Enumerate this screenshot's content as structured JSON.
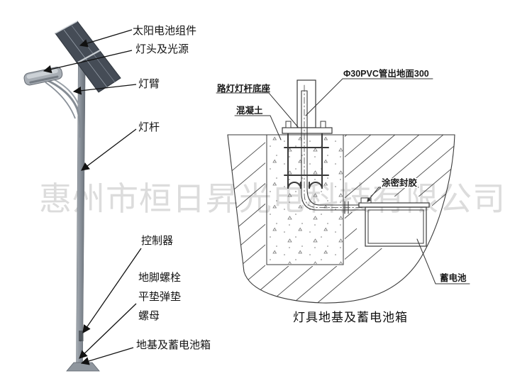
{
  "watermark": "惠州市桓日昇光电科技有限公司",
  "photo_labels": {
    "solar_module": "太阳电池组件",
    "lamp_head": "灯头及光源",
    "lamp_arm": "灯臂",
    "pole": "灯杆",
    "controller": "控制器",
    "anchor_bolt": "地脚螺栓",
    "washers": "平垫弹垫",
    "nut": "螺母",
    "foundation_box": "地基及蓄电池箱"
  },
  "foundation_labels": {
    "pvc_pipe": "Φ30PVC管出地面300",
    "pole_base": "路灯灯杆底座",
    "concrete": "混凝土",
    "sealant": "涂密封胶",
    "battery": "蓄电池"
  },
  "caption": "灯具地基及蓄电池箱",
  "colors": {
    "line": "#3a3a3a",
    "arrow": "#111111",
    "watermark": "#dcdcdc",
    "panel_dark": "#454c56",
    "pole_gray": "#848b93"
  }
}
